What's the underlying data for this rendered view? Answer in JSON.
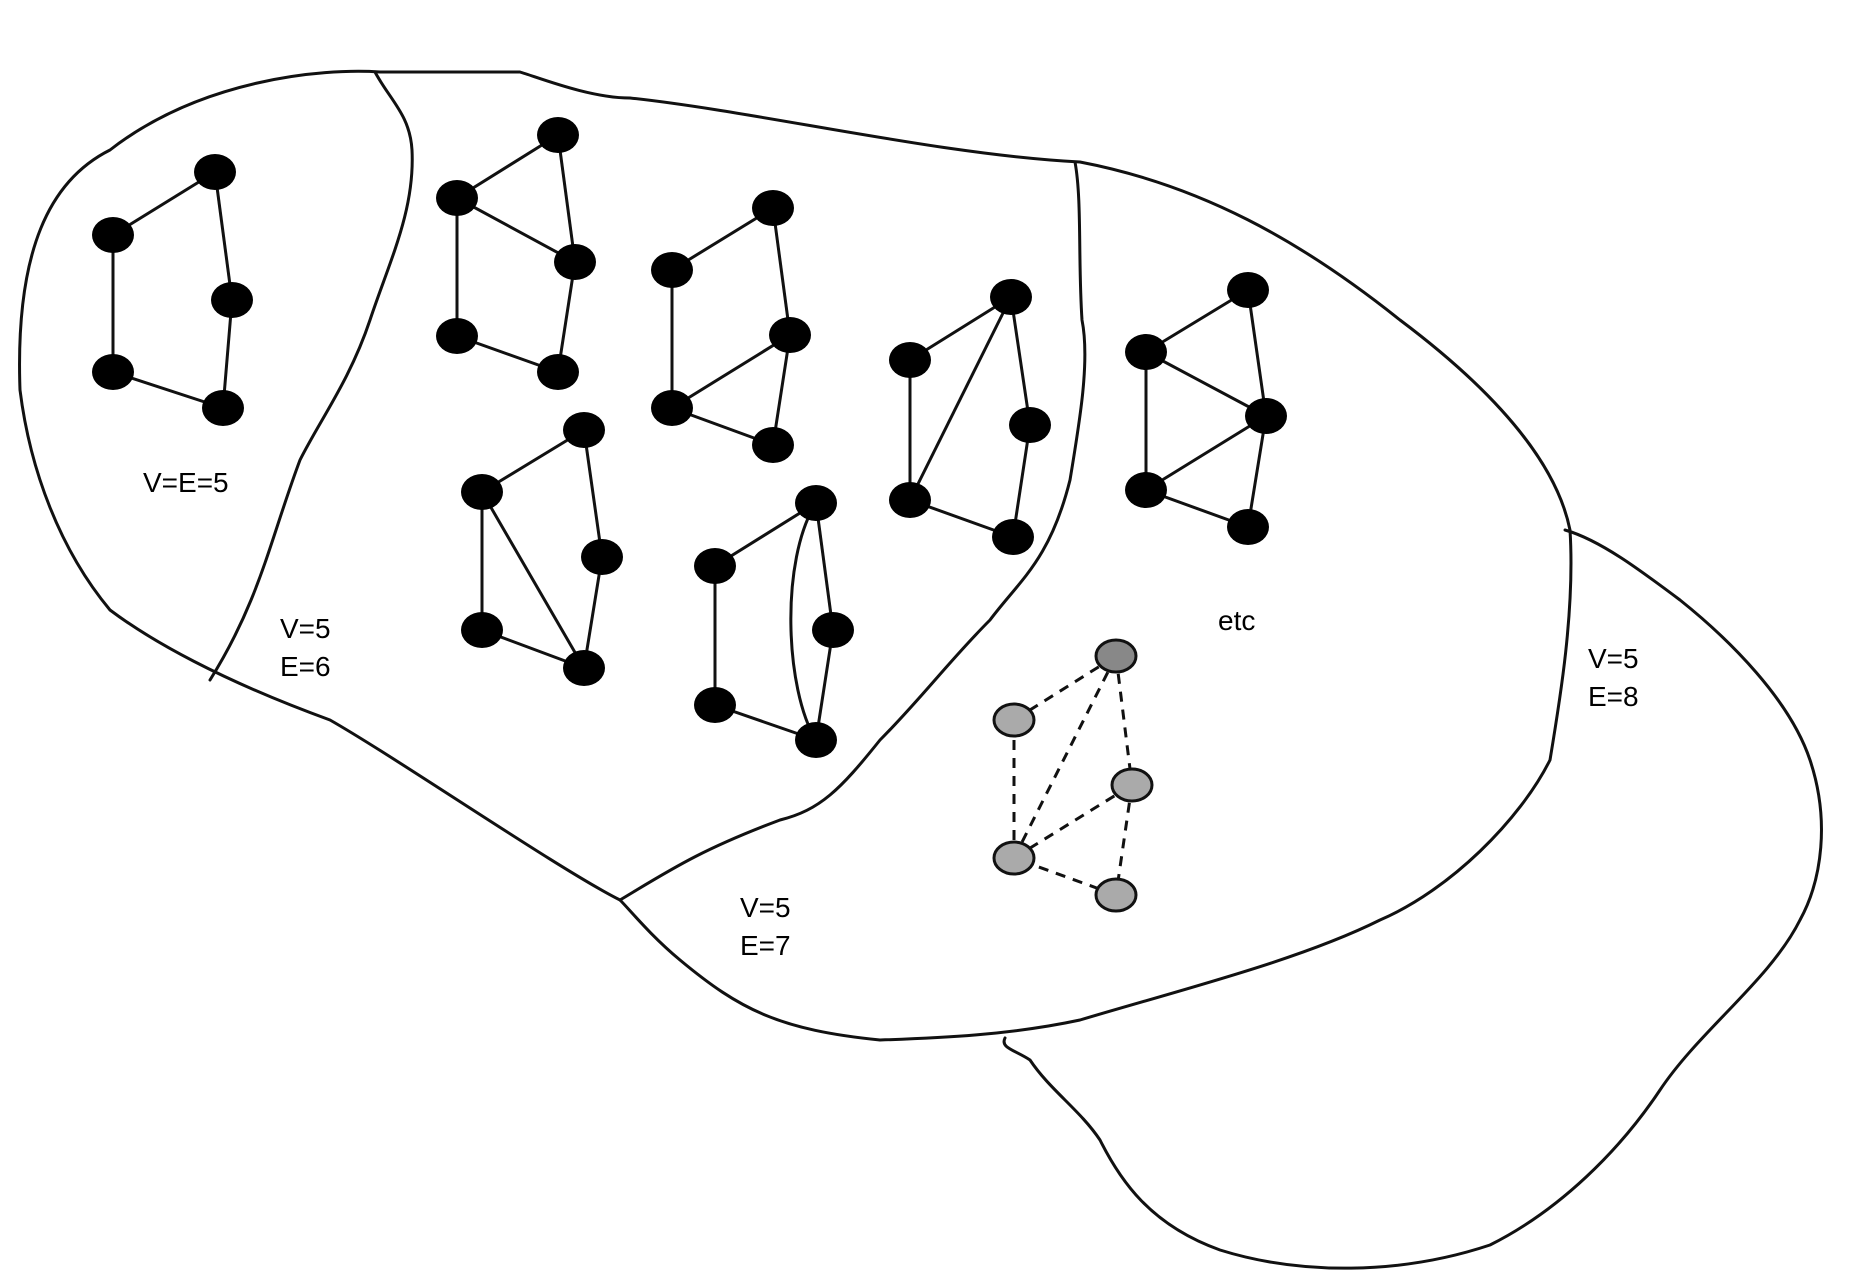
{
  "regions": [
    {
      "id": "region-v5-e5",
      "lines": [
        "V=E=5"
      ]
    },
    {
      "id": "region-v5-e6",
      "lines": [
        "V=5",
        "E=6"
      ]
    },
    {
      "id": "region-v5-e7",
      "lines": [
        "V=5",
        "E=7"
      ]
    },
    {
      "id": "region-etc",
      "lines": [
        "etc"
      ]
    },
    {
      "id": "region-v5-e8",
      "lines": [
        "V=5",
        "E=8"
      ]
    }
  ],
  "colors": {
    "node": "#000000",
    "ghost_node_fill": "#aaaaaa",
    "ghost_node_dark_fill": "#888888",
    "stroke": "#111111"
  }
}
